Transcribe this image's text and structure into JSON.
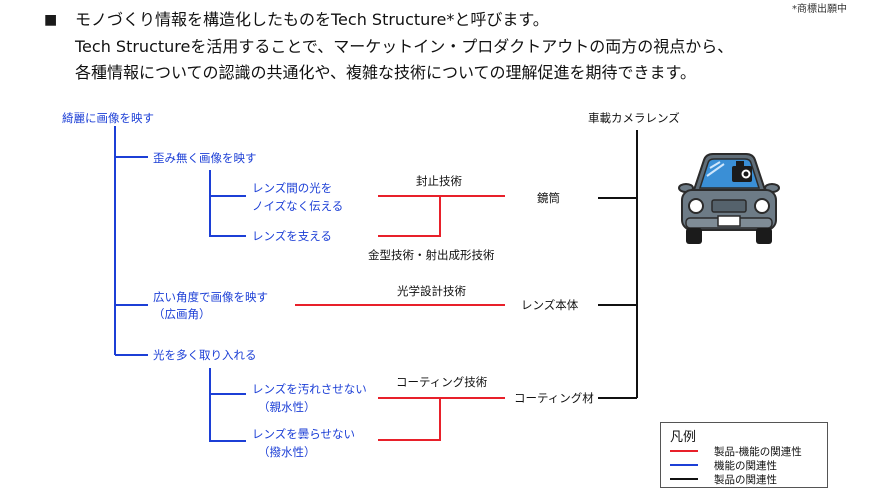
{
  "header": {
    "footnote": "*商標出願中",
    "bullet": "■",
    "lines": [
      "モノづくり情報を構造化したものをTech Structure*と呼びます。",
      "Tech Structureを活用することで、マーケットイン・プロダクトアウトの両方の視点から、",
      "各種情報についての認識の共通化や、複雑な技術についての理解促進を期待できます。"
    ]
  },
  "diagram": {
    "functions": {
      "root": "綺麗に画像を映す",
      "no_distortion": "歪み無く画像を映す",
      "transmit_light": [
        "レンズ間の光を",
        "ノイズなく伝える"
      ],
      "support_lens": "レンズを支える",
      "wide_angle": [
        "広い角度で画像を映す",
        "（広画角）"
      ],
      "take_light": "光を多く取り入れる",
      "no_dirt": [
        "レンズを汚れさせない",
        "（親水性）"
      ],
      "no_fog": [
        "レンズを曇らせない",
        "（撥水性）"
      ]
    },
    "technologies": {
      "sealing": "封止技術",
      "mold": "金型技術・射出成形技術",
      "optical": "光学設計技術",
      "coating": "コーティング技術"
    },
    "products": {
      "root": "車載カメラレンズ",
      "barrel": "鏡筒",
      "lens_body": "レンズ本体",
      "coating_material": "コーティング材"
    }
  },
  "legend": {
    "title": "凡例",
    "items": [
      {
        "label": "製品-機能の関連性",
        "color": "#e8202a"
      },
      {
        "label": "機能の関連性",
        "color": "#1c3fd6"
      },
      {
        "label": "製品の関連性",
        "color": "#111111"
      }
    ]
  },
  "colors": {
    "function_blue": "#1c3fd6",
    "relation_red": "#e8202a",
    "product_black": "#111111",
    "car_body": "#6d7b86"
  },
  "icons": [
    "car-with-camera-icon"
  ]
}
